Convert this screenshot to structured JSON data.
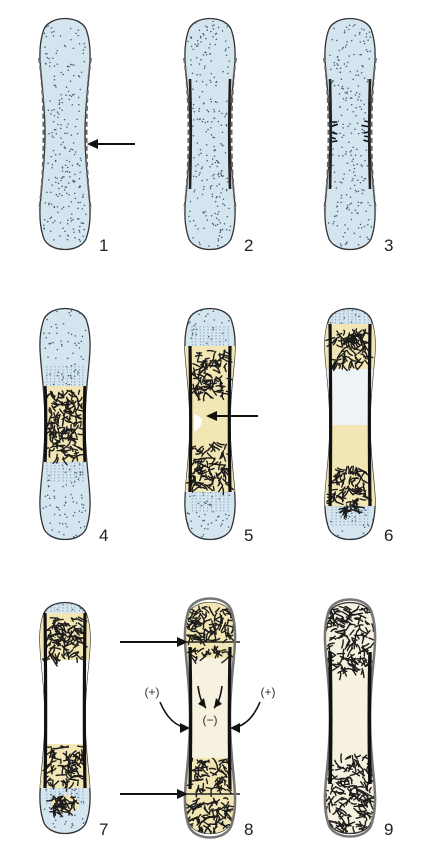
{
  "panels": [
    {
      "number": "1",
      "stage": 1
    },
    {
      "number": "2",
      "stage": 2
    },
    {
      "number": "3",
      "stage": 3
    },
    {
      "number": "4",
      "stage": 4
    },
    {
      "number": "5",
      "stage": 5
    },
    {
      "number": "6",
      "stage": 6
    },
    {
      "number": "7",
      "stage": 7
    },
    {
      "number": "8",
      "stage": 8
    },
    {
      "number": "9",
      "stage": 9
    }
  ],
  "panel8_signs": {
    "left": "(+)",
    "center": "(−)",
    "right": "(+)"
  },
  "colors": {
    "cartilage": "#d4e5f0",
    "cartilage_dots": "#3f5a72",
    "bone_marrow": "#f6f2df",
    "bone_yellow": "#f3e6b5",
    "trabecula": "#1c1c1c",
    "outline": "#333333",
    "arrow": "#111111"
  }
}
